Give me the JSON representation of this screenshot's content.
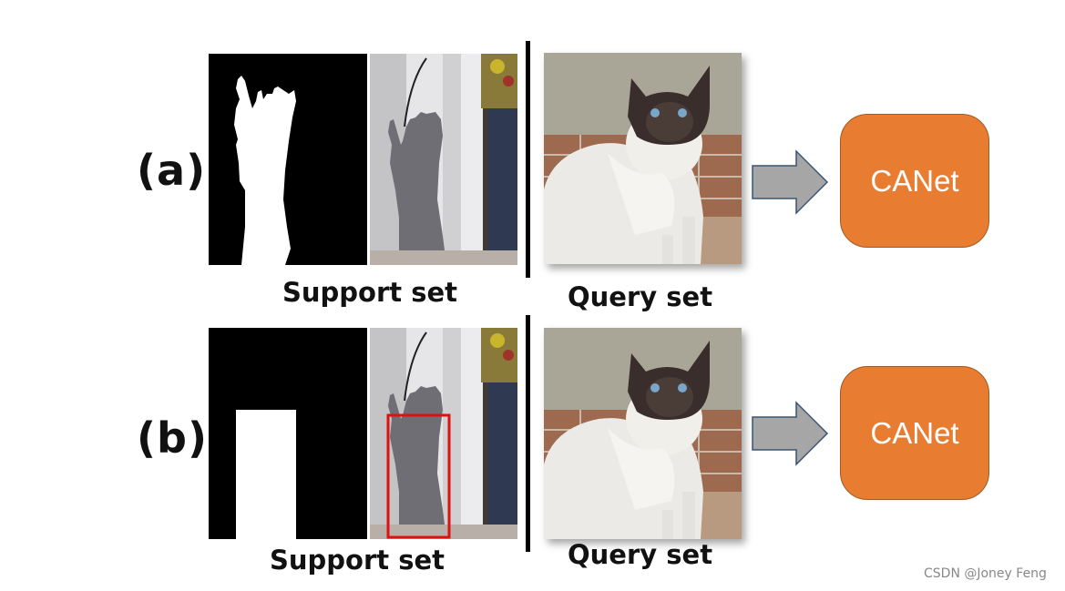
{
  "rows": [
    {
      "label": "(a)",
      "support_caption": "Support set",
      "query_caption": "Query set",
      "model_label": "CANet",
      "mask_kind": "pixel-wise mask",
      "support_box": false
    },
    {
      "label": "(b)",
      "support_caption": "Support set",
      "query_caption": "Query set",
      "model_label": "CANet",
      "mask_kind": "bounding-box mask",
      "support_box": true
    }
  ],
  "watermark": "CSDN @Joney Feng",
  "colors": {
    "model_fill": "#e87d32",
    "arrow_fill": "#a6a6a6",
    "arrow_stroke": "#3b5472",
    "box_outline": "#e01010"
  },
  "icons": [
    "arrow-right-icon"
  ]
}
